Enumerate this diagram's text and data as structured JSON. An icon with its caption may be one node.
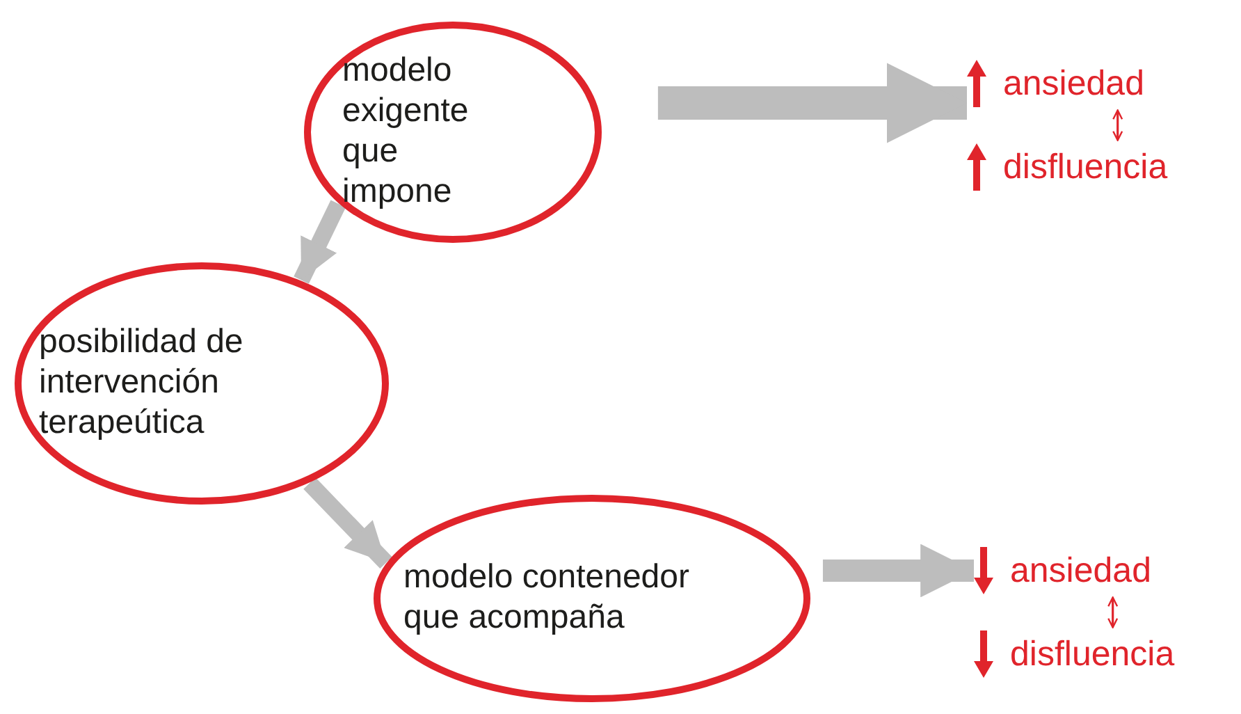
{
  "diagram": {
    "nodes": [
      {
        "text": [
          "modelo exigente que impone"
        ]
      },
      {
        "text": [
          "ansiedad"
        ]
      },
      {
        "text": [
          "disfluencia"
        ]
      },
      {
        "text": [
          "posibilidad de intervención terapeútica"
        ]
      },
      {
        "text": [
          "modelo contenedor que acompaña"
        ]
      },
      {
        "text": [
          "ansiedad"
        ]
      },
      {
        "text": [
          "disfluencia"
        ]
      }
    ],
    "edges": [
      {
        "from": 0,
        "to": 1,
        "arrow": "to",
        "style": "thick"
      },
      {
        "from": 1,
        "to": 2,
        "arrow": "both",
        "color": "#e0242b"
      },
      {
        "from": 0,
        "to": 3,
        "arrow": "to"
      },
      {
        "from": 3,
        "to": 4,
        "arrow": "to"
      },
      {
        "from": 4,
        "to": 5,
        "arrow": "to"
      },
      {
        "from": 5,
        "to": 6,
        "arrow": "both",
        "color": "#e0242b"
      }
    ]
  }
}
